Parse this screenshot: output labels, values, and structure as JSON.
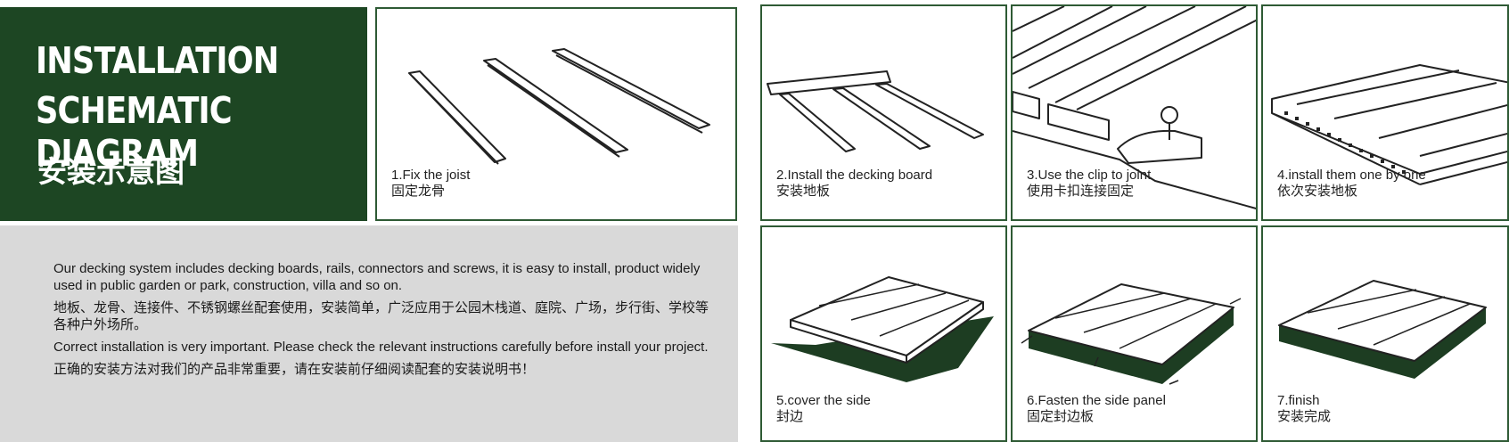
{
  "title": {
    "line1": "INSTALLATION",
    "line2": "SCHEMATIC DIAGRAM",
    "cn": "安装示意图"
  },
  "description": {
    "en1": "Our decking system includes decking boards, rails, connectors and screws, it is easy to install, product widely used in public garden or park, construction, villa and so on.",
    "cn1": "地板、龙骨、连接件、不锈钢螺丝配套使用，安装简单，广泛应用于公园木栈道、庭院、广场，步行街、学校等各种户外场所。",
    "en2": "Correct installation is very important. Please check the relevant instructions carefully before install your project.",
    "cn2": "正确的安装方法对我们的产品非常重要，请在安装前仔细阅读配套的安装说明书！"
  },
  "steps": [
    {
      "en": "1.Fix the joist",
      "cn": "固定龙骨"
    },
    {
      "en": "2.Install the decking board",
      "cn": "安装地板"
    },
    {
      "en": "3.Use the clip to joint",
      "cn": "使用卡扣连接固定"
    },
    {
      "en": "4.install them one by one",
      "cn": "依次安装地板"
    },
    {
      "en": "5.cover the side",
      "cn": "封边"
    },
    {
      "en": "6.Fasten the side panel",
      "cn": "固定封边板"
    },
    {
      "en": "7.finish",
      "cn": "安装完成"
    }
  ],
  "colors": {
    "brand_green": "#1d4623",
    "border_green": "#2e5a34",
    "gray_panel": "#d9d9d9"
  }
}
